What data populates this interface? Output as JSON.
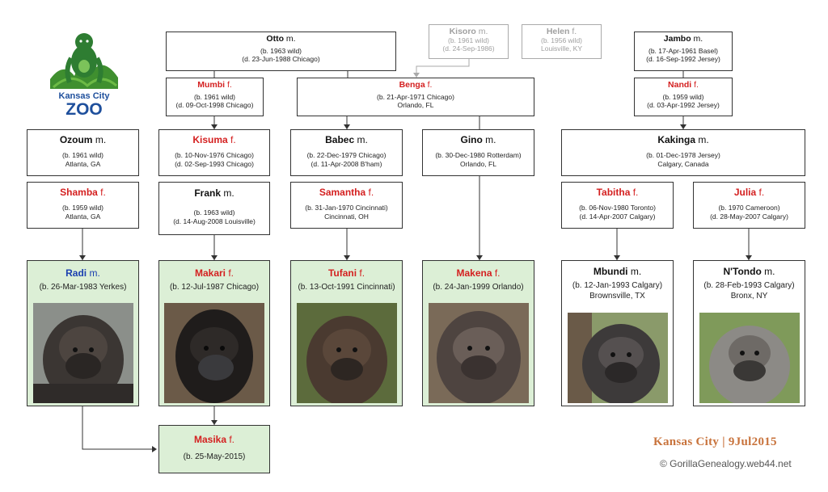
{
  "logo": {
    "line1": "Kansas City",
    "line2": "ZOO"
  },
  "footer": {
    "title": "Kansas City | 9Jul2015",
    "copyright": "© GorillaGenealogy.web44.net"
  },
  "nodes": {
    "otto": {
      "name": "Otto",
      "sex": "m.",
      "l1": "(b. 1963 wild)",
      "l2": "(d. 23-Jun-1988 Chicago)"
    },
    "kisoro": {
      "name": "Kisoro",
      "sex": "m.",
      "l1": "(b. 1961 wild)",
      "l2": "(d. 24-Sep-1986)"
    },
    "helen": {
      "name": "Helen",
      "sex": "f.",
      "l1": "(b. 1956 wild)",
      "l2": "Louisville, KY"
    },
    "jambo": {
      "name": "Jambo",
      "sex": "m.",
      "l1": "(b. 17-Apr-1961 Basel)",
      "l2": "(d. 16-Sep-1992 Jersey)"
    },
    "mumbi": {
      "name": "Mumbi",
      "sex": "f.",
      "l1": "(b. 1961 wild)",
      "l2": "(d. 09-Oct-1998 Chicago)"
    },
    "benga": {
      "name": "Benga",
      "sex": "f.",
      "l1": "(b. 21-Apr-1971 Chicago)",
      "l2": "Orlando, FL"
    },
    "nandi": {
      "name": "Nandi",
      "sex": "f.",
      "l1": "(b. 1959 wild)",
      "l2": "(d. 03-Apr-1992 Jersey)"
    },
    "ozoum": {
      "name": "Ozoum",
      "sex": "m.",
      "l1": "(b. 1961 wild)",
      "l2": "Atlanta, GA"
    },
    "kisuma": {
      "name": "Kisuma",
      "sex": "f.",
      "l1": "(b. 10-Nov-1976 Chicago)",
      "l2": "(d. 02-Sep-1993 Chicago)"
    },
    "babec": {
      "name": "Babec",
      "sex": "m.",
      "l1": "(b. 22-Dec-1979 Chicago)",
      "l2": "(d. 11-Apr-2008 B'ham)"
    },
    "gino": {
      "name": "Gino",
      "sex": "m.",
      "l1": "(b. 30-Dec-1980 Rotterdam)",
      "l2": "Orlando, FL"
    },
    "kakinga": {
      "name": "Kakinga",
      "sex": "m.",
      "l1": "(b. 01-Dec-1978 Jersey)",
      "l2": "Calgary, Canada"
    },
    "shamba": {
      "name": "Shamba",
      "sex": "f.",
      "l1": "(b. 1959 wild)",
      "l2": "Atlanta, GA"
    },
    "frank": {
      "name": "Frank",
      "sex": "m.",
      "l1": "(b. 1963 wild)",
      "l2": "(d. 14-Aug-2008 Louisville)"
    },
    "samantha": {
      "name": "Samantha",
      "sex": "f.",
      "l1": "(b. 31-Jan-1970 Cincinnati)",
      "l2": "Cincinnati, OH"
    },
    "tabitha": {
      "name": "Tabitha",
      "sex": "f.",
      "l1": "(b. 06-Nov-1980 Toronto)",
      "l2": "(d. 14-Apr-2007 Calgary)"
    },
    "julia": {
      "name": "Julia",
      "sex": "f.",
      "l1": "(b. 1970 Cameroon)",
      "l2": "(d. 28-May-2007 Calgary)"
    },
    "radi": {
      "name": "Radi",
      "sex": "m.",
      "l1": "(b. 26-Mar-1983 Yerkes)",
      "l2": ""
    },
    "makari": {
      "name": "Makari",
      "sex": "f.",
      "l1": "(b. 12-Jul-1987 Chicago)",
      "l2": ""
    },
    "tufani": {
      "name": "Tufani",
      "sex": "f.",
      "l1": "(b. 13-Oct-1991 Cincinnati)",
      "l2": ""
    },
    "makena": {
      "name": "Makena",
      "sex": "f.",
      "l1": "(b. 24-Jan-1999 Orlando)",
      "l2": ""
    },
    "mbundi": {
      "name": "Mbundi",
      "sex": "m.",
      "l1": "(b. 12-Jan-1993 Calgary)",
      "l2": "Brownsville, TX"
    },
    "ntondo": {
      "name": "N'Tondo",
      "sex": "m.",
      "l1": "(b. 28-Feb-1993 Calgary)",
      "l2": "Bronx, NY"
    },
    "masika": {
      "name": "Masika",
      "sex": "f.",
      "l1": "(b. 25-May-2015)",
      "l2": ""
    }
  },
  "colors": {
    "female": "#d42020",
    "radi_male": "#1a3fb0",
    "zoo_box": "#dcefd6",
    "ghost": "#a0a0a0",
    "footer": "#c8733c"
  }
}
